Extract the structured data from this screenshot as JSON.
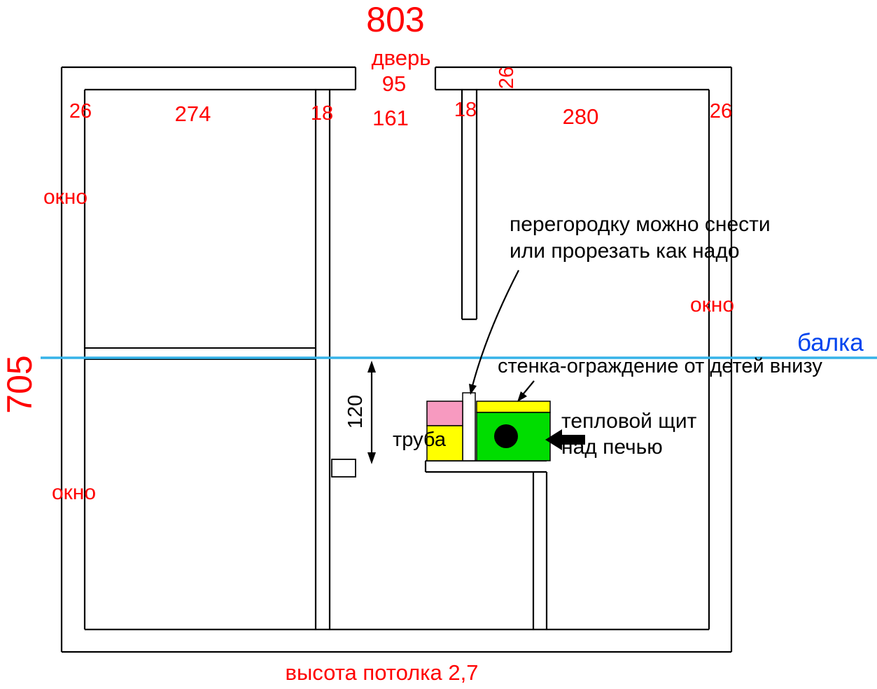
{
  "plan": {
    "dims": {
      "total_width": "803",
      "door_width": "95",
      "top_wall_left": "26",
      "room_left_width": "274",
      "inner_wall_left": "18",
      "hall_width": "161",
      "inner_wall_right": "18",
      "partition_thickness": "26",
      "room_right_width": "280",
      "top_wall_right": "26",
      "total_height": "705",
      "beam_to_counter": "120"
    },
    "labels": {
      "door": "дверь",
      "window": "окно",
      "beam": "балка",
      "chimney": "труба",
      "ceiling_height": "высота потолка 2,7"
    },
    "notes": {
      "partition_line1": "перегородку можно снести",
      "partition_line2": "или прорезать как надо",
      "child_fence": "стенка-ограждение от детей внизу",
      "heat_shield_line1": "тепловой щит",
      "heat_shield_line2": "над печью"
    },
    "colors": {
      "dimension_text": "#ff0000",
      "beam_text": "#0044ee",
      "beam_line": "#36b3e8",
      "wall_stroke": "#000000",
      "chimney_pink": "#f79ac0",
      "chimney_yellow": "#ffff00",
      "fence_yellow": "#ffff00",
      "heat_shield_green": "#00dd00",
      "stove_hole": "#000000"
    }
  }
}
